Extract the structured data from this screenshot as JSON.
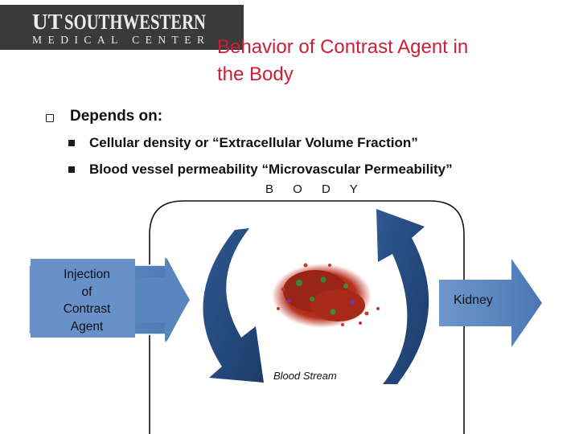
{
  "logo": {
    "line1": "SOUTHWESTERN",
    "line2": "MEDICAL CENTER",
    "mark": "UT"
  },
  "slide": {
    "title_line1": "Behavior of Contrast Agent in",
    "title_line2": "the Body",
    "main_bullet": "Depends on:",
    "sub_bullets": [
      "Cellular density or “Extracellular Volume Fraction”",
      "Blood vessel permeability “Microvascular Permeability”"
    ]
  },
  "diagram": {
    "body_label": "B O D Y",
    "injection_label": "Injection of Contrast Agent",
    "injection_lines": [
      "Injection",
      "of",
      "Contrast",
      "Agent"
    ],
    "kidney_label": "Kidney",
    "blood_label": "Blood Stream"
  },
  "colors": {
    "title": "#cc1f36",
    "arrow_blue": "#5a86c0",
    "arrow_dark": "#24467a",
    "logo_bg": "#3b3b3b"
  },
  "icons": [
    "hollow-square-bullet-icon",
    "square-bullet-icon",
    "tissue-cluster-image"
  ]
}
